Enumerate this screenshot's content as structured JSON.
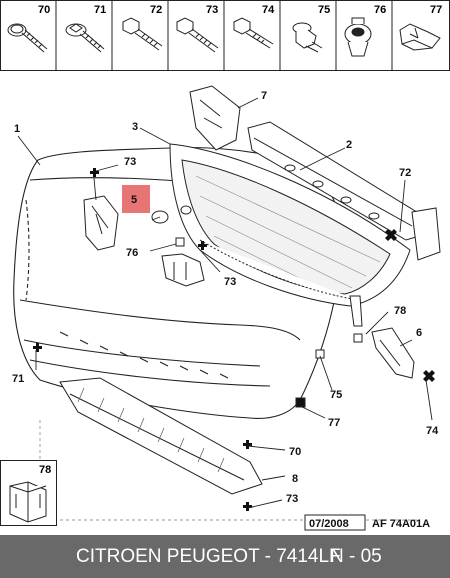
{
  "fasteners": [
    {
      "number": "70",
      "icon": "screw-washer-icon"
    },
    {
      "number": "71",
      "icon": "screw-flange-icon"
    },
    {
      "number": "72",
      "icon": "bolt-hex-icon"
    },
    {
      "number": "73",
      "icon": "bolt-hex-long-icon"
    },
    {
      "number": "74",
      "icon": "screw-hex-icon"
    },
    {
      "number": "75",
      "icon": "plastic-rivet-icon"
    },
    {
      "number": "76",
      "icon": "push-clip-icon"
    },
    {
      "number": "77",
      "icon": "spring-nut-icon"
    }
  ],
  "callouts": {
    "c1": "1",
    "c2": "2",
    "c3": "3",
    "c5": "5",
    "c6": "6",
    "c7": "7",
    "c8": "8",
    "c70": "70",
    "c71": "71",
    "c72": "72",
    "c73a": "73",
    "c73b": "73",
    "c73c": "73",
    "c74": "74",
    "c75": "75",
    "c76": "76",
    "c77": "77",
    "c78": "78"
  },
  "inset": {
    "number": "78"
  },
  "highlight_color": "#e87575",
  "date_code": "07/2008",
  "ref_code": "AF 74A01A",
  "footer": {
    "brand": "CITROEN PEUGEOT - 7414LF",
    "page": "N - 05"
  }
}
